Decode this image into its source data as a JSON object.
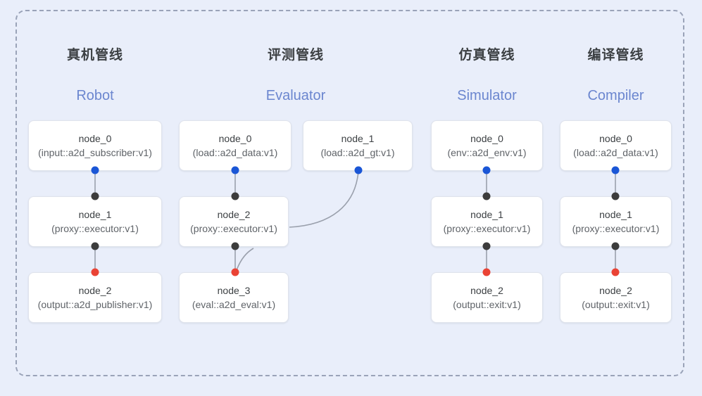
{
  "diagram": {
    "type": "pipeline-graph",
    "panel_style": "dashed-rounded-container",
    "background_color": "#e9eefa",
    "port_colors": {
      "input": "#1a56d6",
      "internal": "#3c3c3c",
      "output": "#ea4335"
    }
  },
  "columns": [
    {
      "id": "robot",
      "title_cn": "真机管线",
      "title_en": "Robot",
      "nodes": [
        {
          "name": "node_0",
          "type": "(input::a2d_subscriber:v1)"
        },
        {
          "name": "node_1",
          "type": "(proxy::executor:v1)"
        },
        {
          "name": "node_2",
          "type": "(output::a2d_publisher:v1)"
        }
      ]
    },
    {
      "id": "evaluator",
      "title_cn": "评测管线",
      "title_en": "Evaluator",
      "nodes": [
        {
          "name": "node_0",
          "type": "(load::a2d_data:v1)"
        },
        {
          "name": "node_1",
          "type": "(load::a2d_gt:v1)"
        },
        {
          "name": "node_2",
          "type": "(proxy::executor:v1)"
        },
        {
          "name": "node_3",
          "type": "(eval::a2d_eval:v1)"
        }
      ]
    },
    {
      "id": "simulator",
      "title_cn": "仿真管线",
      "title_en": "Simulator",
      "nodes": [
        {
          "name": "node_0",
          "type": "(env::a2d_env:v1)"
        },
        {
          "name": "node_1",
          "type": "(proxy::executor:v1)"
        },
        {
          "name": "node_2",
          "type": "(output::exit:v1)"
        }
      ]
    },
    {
      "id": "compiler",
      "title_cn": "编译管线",
      "title_en": "Compiler",
      "nodes": [
        {
          "name": "node_0",
          "type": "(load::a2d_data:v1)"
        },
        {
          "name": "node_1",
          "type": "(proxy::executor:v1)"
        },
        {
          "name": "node_2",
          "type": "(output::exit:v1)"
        }
      ]
    }
  ]
}
